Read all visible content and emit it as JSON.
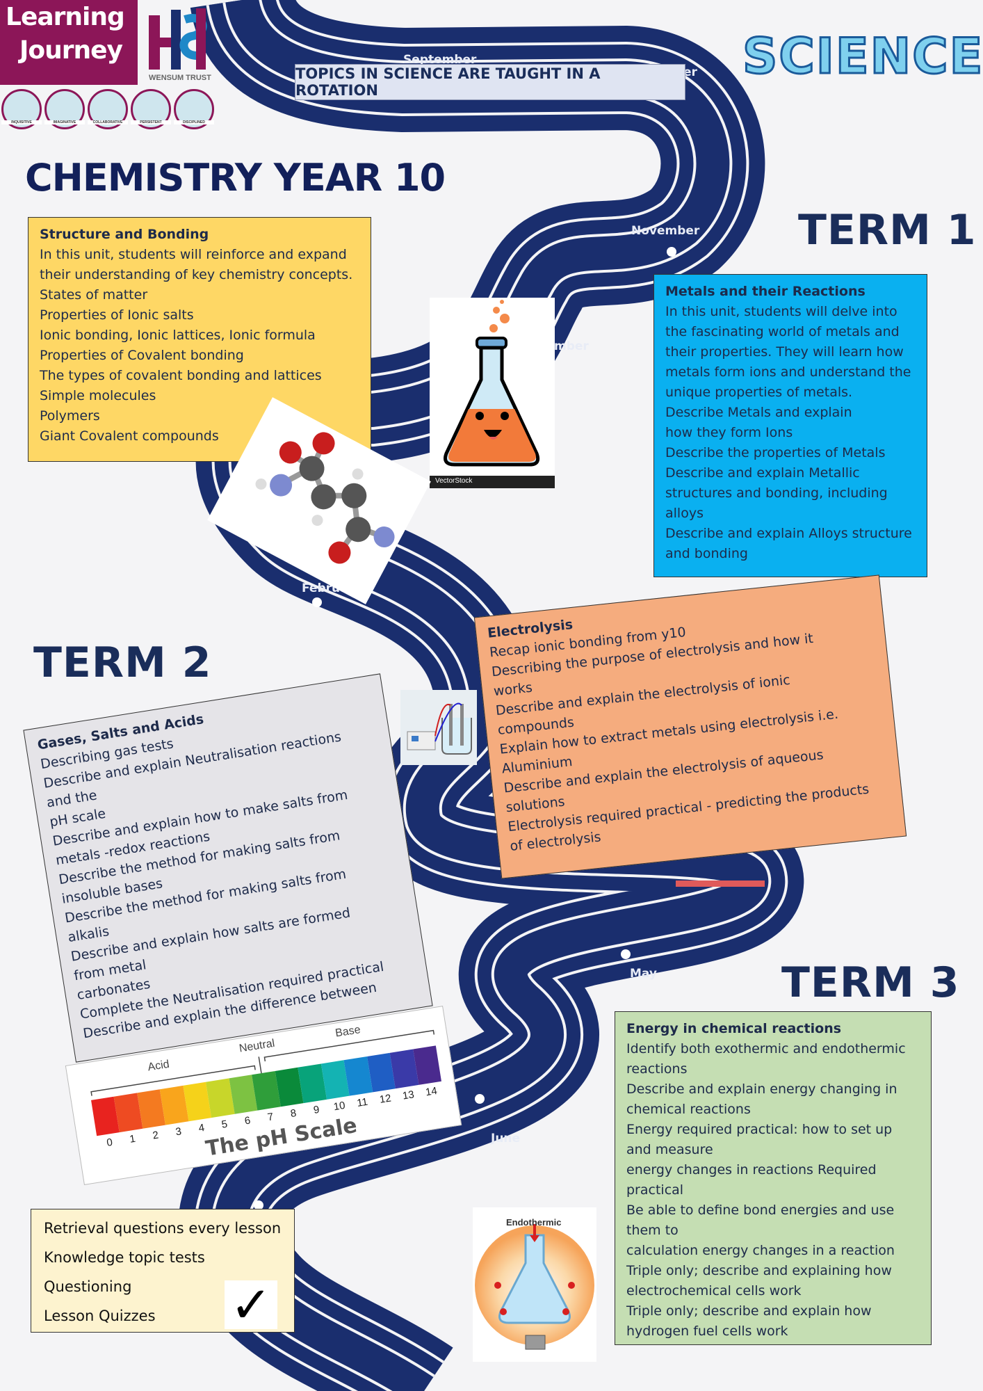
{
  "logo": {
    "line1": "Learning",
    "line2": "Journey",
    "trust": "WENSUM TRUST",
    "values": [
      "INQUISITIVE",
      "IMAGINATIVE",
      "COLLABORATIVE",
      "PERSISTENT",
      "DISCIPLINED"
    ]
  },
  "banner": "TOPICS IN SCIENCE ARE TAUGHT IN A ROTATION",
  "science": "SCIENCE",
  "title": "CHEMISTRY YEAR 10",
  "months": {
    "september": "September",
    "sep_tail": "er",
    "november": "November",
    "dec_tail": "mber",
    "february": "February",
    "may": "May",
    "june": "June"
  },
  "terms": {
    "t1": "TERM 1",
    "t2": "TERM 2",
    "t3": "TERM 3"
  },
  "structure": {
    "title": "Structure and Bonding",
    "lines": [
      "In this unit, students will reinforce and expand",
      "their understanding of key chemistry concepts.",
      "States of matter",
      "Properties of Ionic salts",
      "Ionic bonding, Ionic lattices, Ionic formula",
      "Properties of Covalent bonding",
      "The types of covalent bonding and lattices",
      "Simple molecules",
      "Polymers",
      "Giant Covalent compounds"
    ]
  },
  "metals": {
    "title": "Metals and their Reactions",
    "lines": [
      "In this unit, students will delve into",
      "the fascinating world of metals and",
      "their properties. They will learn how",
      "metals form ions and understand the",
      "unique properties of metals.",
      "Describe Metals and explain",
      "how they form Ions",
      "Describe the properties of Metals",
      "Describe and explain Metallic",
      "structures and bonding, including",
      "alloys",
      "Describe and explain Alloys structure",
      "and bonding"
    ]
  },
  "electrolysis": {
    "title": "Electrolysis",
    "lines": [
      "Recap ionic bonding from y10",
      "Describing the purpose of electrolysis and how it",
      "works",
      "Describe and explain the electrolysis of ionic",
      "compounds",
      "Explain how to extract metals using electrolysis i.e.",
      "Aluminium",
      "Describe and explain the electrolysis of aqueous",
      "solutions",
      "Electrolysis required practical - predicting the products",
      "of electrolysis"
    ]
  },
  "gases": {
    "title": "Gases, Salts and Acids",
    "lines": [
      "Describing gas tests",
      "Describe and explain Neutralisation reactions",
      "and the",
      "pH scale",
      "Describe and explain how to make salts from",
      "metals -redox reactions",
      "Describe the method for making salts from",
      "insoluble bases",
      "Describe the method for making salts from",
      "alkalis",
      "Describe and explain how salts are formed",
      "from metal",
      "carbonates",
      "Complete the Neutralisation required practical",
      "Describe and explain the difference between"
    ]
  },
  "energy": {
    "title": "Energy in chemical reactions",
    "lines": [
      "Identify both exothermic and endothermic",
      "reactions",
      "Describe and explain energy changing in",
      "chemical reactions",
      "Energy required practical: how to set up",
      "and measure",
      "energy changes in reactions Required",
      "practical",
      "Be able to define bond energies and use",
      "them to",
      "calculation energy changes in a reaction",
      "Triple only; describe and explaining how",
      "electrochemical cells work",
      "Triple only; describe and explain how",
      "hydrogen fuel cells work"
    ]
  },
  "assessment": {
    "items": [
      "Retrieval questions every lesson",
      "Knowledge topic tests",
      "Questioning",
      "Lesson Quizzes"
    ],
    "check": "✓"
  },
  "ph": {
    "acid": "Acid",
    "neutral": "Neutral",
    "base": "Base",
    "title": "The pH Scale",
    "numbers": [
      "0",
      "1",
      "2",
      "3",
      "4",
      "5",
      "6",
      "7",
      "8",
      "9",
      "10",
      "11",
      "12",
      "13",
      "14"
    ],
    "colors": [
      "#e8231f",
      "#ee4b22",
      "#f47a20",
      "#f9a51c",
      "#f5d21a",
      "#c8d62a",
      "#7dc242",
      "#2f9e3a",
      "#0a8a3a",
      "#08a37a",
      "#14b3b3",
      "#1587d0",
      "#1f5ec4",
      "#3a3aa8",
      "#4a2a8e"
    ]
  },
  "flask": {
    "caption": "VectorStock"
  },
  "endothermic": {
    "label": "Endothermic"
  }
}
